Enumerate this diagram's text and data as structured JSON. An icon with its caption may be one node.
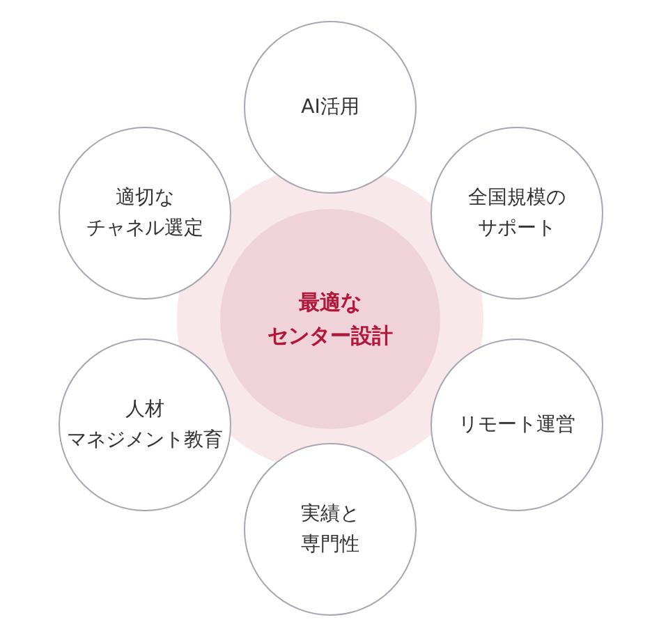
{
  "diagram": {
    "nodes": [
      {
        "text": [
          "AI活用"
        ]
      },
      {
        "text": [
          "適切なチャネル選定"
        ]
      },
      {
        "text": [
          "全国規模のサポート"
        ]
      },
      {
        "text": [
          "最適なセンター設計"
        ]
      },
      {
        "text": [
          "人材マネジメント教育"
        ]
      },
      {
        "text": [
          "リモート運営"
        ]
      },
      {
        "text": [
          "実績と専門性"
        ]
      }
    ],
    "edges": []
  }
}
